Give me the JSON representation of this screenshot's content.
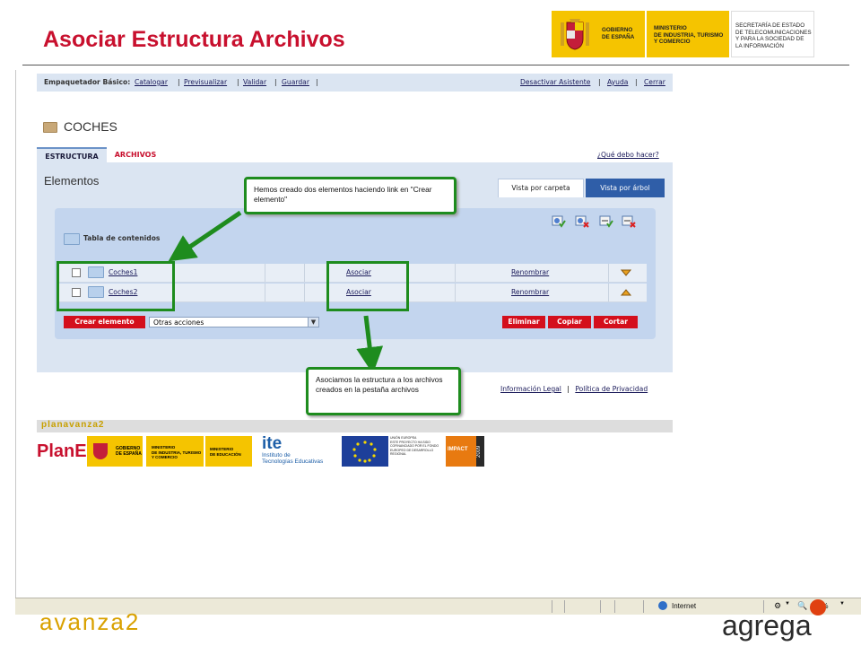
{
  "slide": {
    "title": "Asociar Estructura Archivos",
    "gov_logo": {
      "box1": [
        "GOBIERNO",
        "DE ESPAÑA"
      ],
      "box2": [
        "MINISTERIO",
        "DE INDUSTRIA, TURISMO",
        "Y COMERCIO"
      ],
      "box3": [
        "SECRETARÍA DE ESTADO",
        "DE TELECOMUNICACIONES",
        "Y PARA LA SOCIEDAD DE",
        "LA INFORMACIÓN"
      ]
    }
  },
  "topbar": {
    "label": "Empaquetador Básico:",
    "links": [
      "Catalogar",
      "Previsualizar",
      "Validar",
      "Guardar"
    ],
    "right_links": [
      "Desactivar Asistente",
      "Ayuda",
      "Cerrar"
    ]
  },
  "page": {
    "title": "COCHES",
    "tabs": [
      "ESTRUCTURA",
      "ARCHIVOS"
    ],
    "help_link": "¿Qué debo hacer?",
    "section_title": "Elementos",
    "view_tabs": [
      "Vista por carpeta",
      "Vista por árbol"
    ],
    "toc_label": "Tabla de contenidos",
    "rows": [
      {
        "name": "Coches1",
        "assoc": "Asociar",
        "rename": "Renombrar"
      },
      {
        "name": "Coches2",
        "assoc": "Asociar",
        "rename": "Renombrar"
      }
    ],
    "create_button": "Crear elemento",
    "select_value": "Otras acciones",
    "action_buttons": [
      "Eliminar",
      "Copiar",
      "Cortar"
    ],
    "footer_links": [
      "Información Legal",
      "Política de Privacidad"
    ]
  },
  "callouts": {
    "top": "Hemos creado dos elementos haciendo link en \"Crear elemento\"",
    "bottom": "Asociamos la estructura a los archivos creados en la pestaña archivos"
  },
  "footer_logos": {
    "plan_small": "planavanza2",
    "plan_e": "PlanE",
    "gob1": [
      "GOBIERNO",
      "DE ESPAÑA"
    ],
    "gob2": [
      "MINISTERIO",
      "DE INDUSTRIA, TURISMO",
      "Y COMERCIO"
    ],
    "gob3": [
      "MINISTERIO",
      "DE EDUCACIÓN"
    ],
    "ite": "ite",
    "ite_sub": [
      "Instituto de",
      "Tecnologías Educativas"
    ],
    "eu": [
      "UNIÓN EUROPEA",
      "ESTE PROYECTO HA SIDO",
      "COFINANCIADO POR EL FONDO",
      "EUROPEO DE DESARROLLO",
      "REGIONAL"
    ],
    "impact_year": "2009",
    "impact": "IMPACT"
  },
  "statusbar": {
    "zone": "Internet",
    "zoom": "100%"
  },
  "brands": {
    "plan_avanza": "avanza2",
    "agrega": "agrega"
  },
  "colors": {
    "title_red": "#c8102e",
    "callout_green": "#1e8c1e",
    "button_red": "#d40f1c",
    "panel_blue": "#dbe5f2"
  }
}
